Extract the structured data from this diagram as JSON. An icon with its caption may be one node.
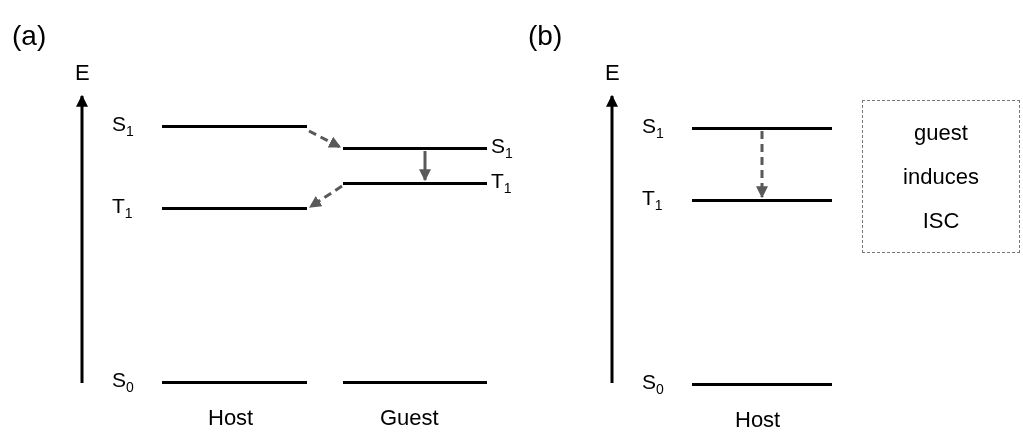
{
  "diagram": {
    "nodes": [
      {
        "text": [
          "S$_{1}$"
        ]
      },
      {
        "text": [
          "T$_{1}$"
        ]
      },
      {
        "text": [
          "S$_{0}$"
        ]
      },
      {
        "text": [
          "S$_{1}$"
        ]
      },
      {
        "text": [
          "T$_{1}$"
        ]
      },
      {
        "text": [],
        "shape": "bar"
      },
      {
        "text": [
          "S$_{1}$"
        ]
      },
      {
        "text": [
          "T$_{1}$"
        ]
      },
      {
        "text": [
          "S$_{0}$"
        ]
      },
      {
        "text": [
          "guest induces ISC"
        ]
      }
    ],
    "edges": [
      {
        "from": 0,
        "to": 3,
        "arrow": "to",
        "style": "dashed"
      },
      {
        "from": 3,
        "to": 4,
        "arrow": "to"
      },
      {
        "from": 4,
        "to": 1,
        "arrow": "to",
        "style": "dashed"
      },
      {
        "from": 6,
        "to": 7,
        "arrow": "to",
        "style": "dashed"
      }
    ],
    "labels": [
      "(a)",
      "E",
      "(b)",
      "E",
      "Host",
      "Guest",
      "Host"
    ]
  }
}
